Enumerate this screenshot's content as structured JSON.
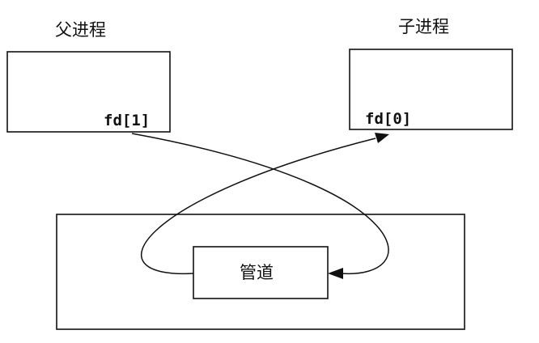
{
  "parent_process": {
    "title": "父进程",
    "fd": "fd[1]"
  },
  "child_process": {
    "title": "子进程",
    "fd": "fd[0]"
  },
  "kernel": {
    "pipe_label": "管道"
  }
}
